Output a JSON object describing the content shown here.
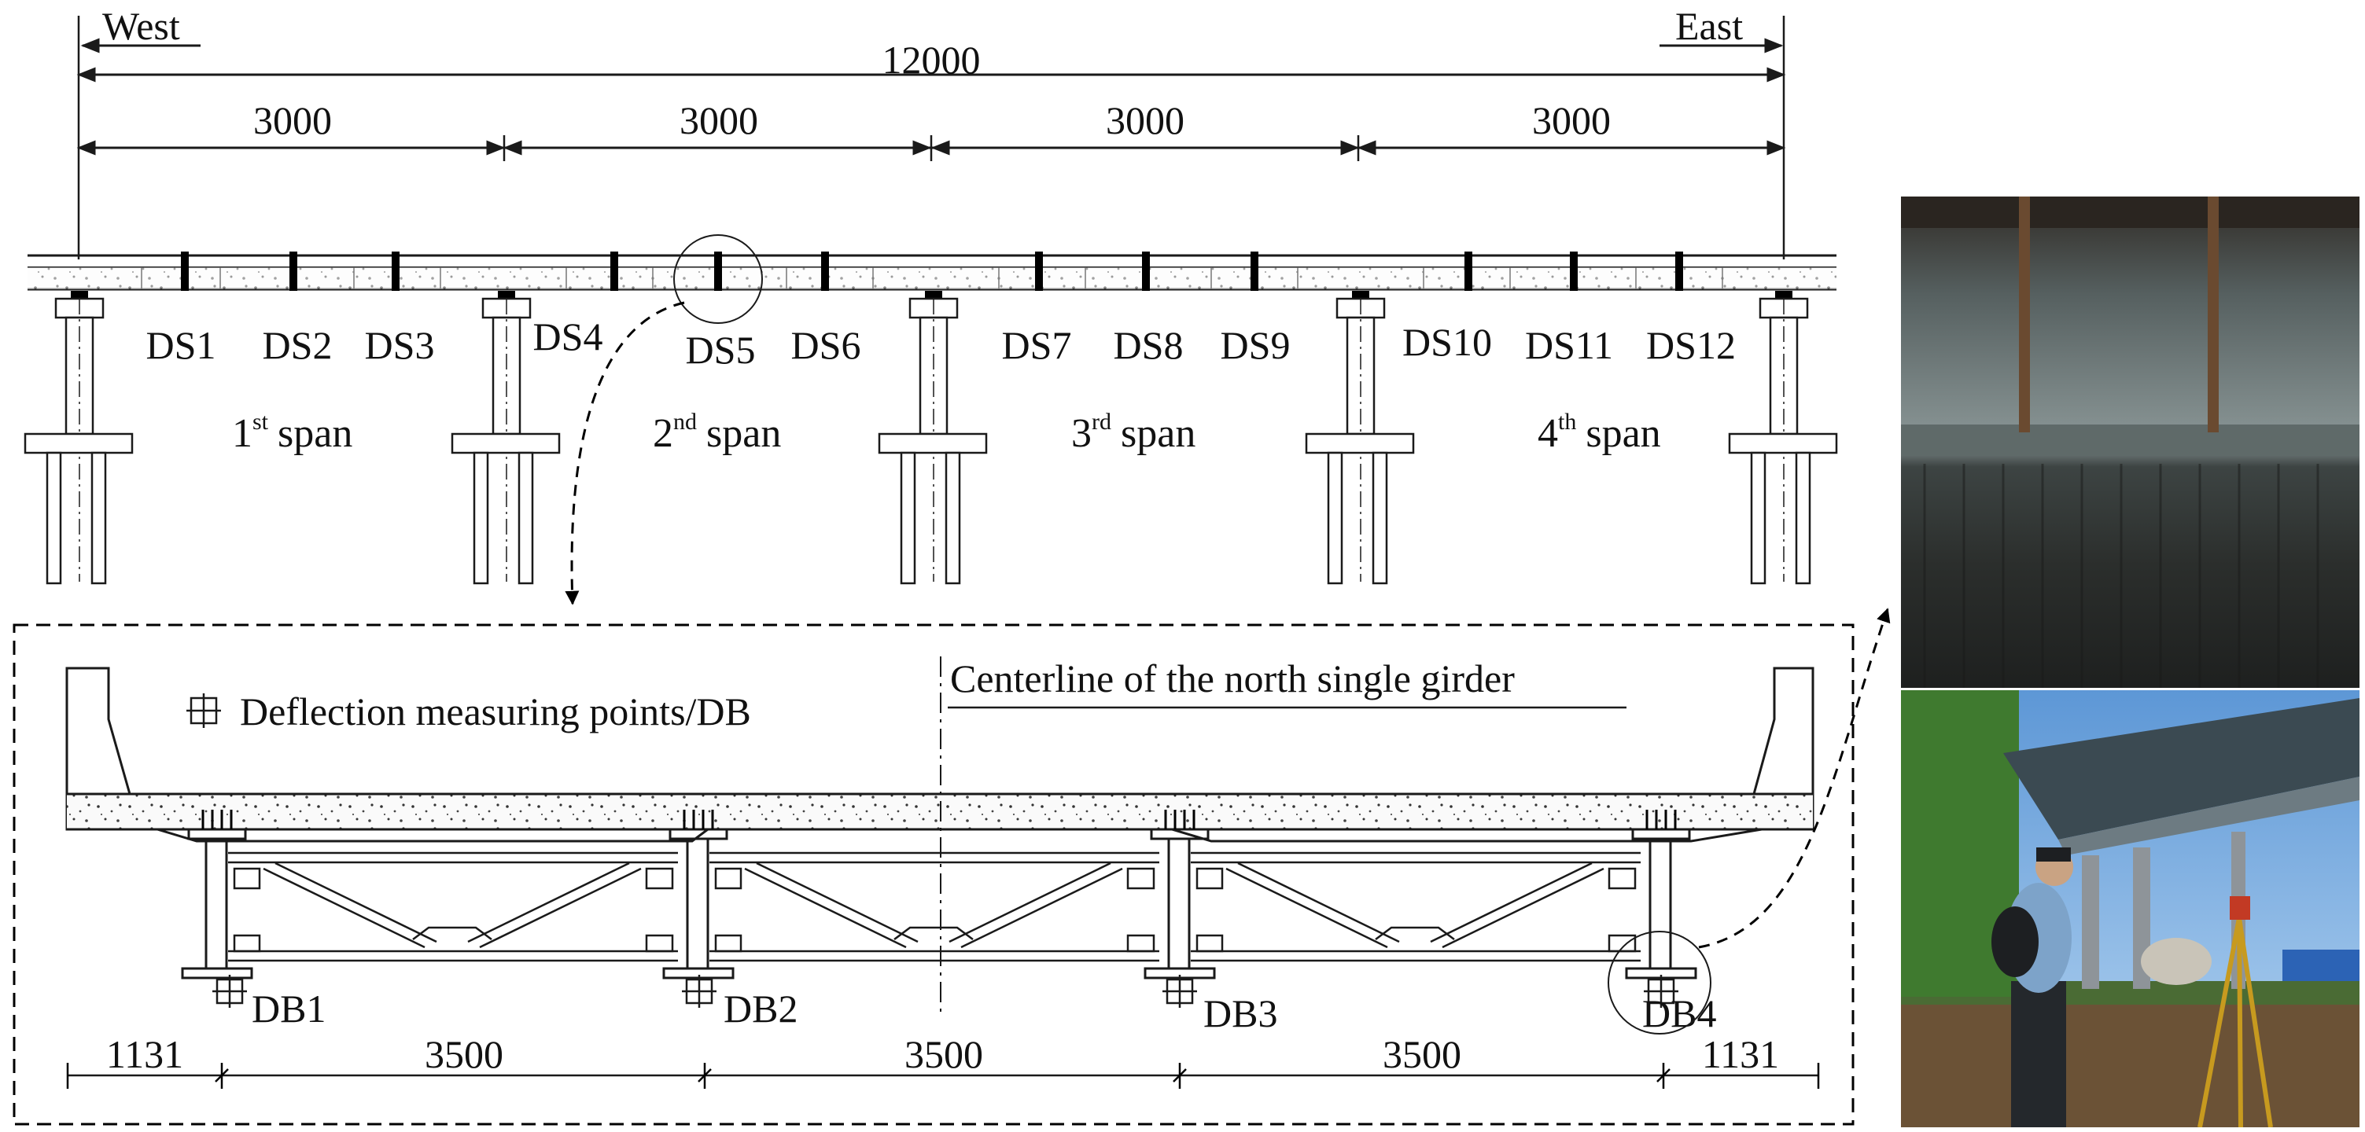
{
  "directions": {
    "west": "West",
    "east": "East"
  },
  "elevation": {
    "total_length": "12000",
    "span_lengths": [
      "3000",
      "3000",
      "3000",
      "3000"
    ],
    "sensors": [
      "DS1",
      "DS2",
      "DS3",
      "DS4",
      "DS5",
      "DS6",
      "DS7",
      "DS8",
      "DS9",
      "DS10",
      "DS11",
      "DS12"
    ],
    "spans": [
      {
        "num": "1",
        "sup": "st",
        "word": "span"
      },
      {
        "num": "2",
        "sup": "nd",
        "word": "span"
      },
      {
        "num": "3",
        "sup": "rd",
        "word": "span"
      },
      {
        "num": "4",
        "sup": "th",
        "word": "span"
      }
    ]
  },
  "section": {
    "legend": "Deflection measuring points/DB",
    "centerline": "Centerline of the north single girder",
    "points": [
      "DB1",
      "DB2",
      "DB3",
      "DB4"
    ],
    "dims": [
      "1131",
      "3500",
      "3500",
      "3500",
      "1131"
    ]
  },
  "colors": {
    "line": "#1a1a1a",
    "sensor": "#000000",
    "photo_sky": "#7fb4e6",
    "photo_ground": "#6b5236"
  },
  "icons": {
    "legend_marker": "crosshair-square-icon",
    "detail_arrow": "dashed-arrow-icon"
  }
}
